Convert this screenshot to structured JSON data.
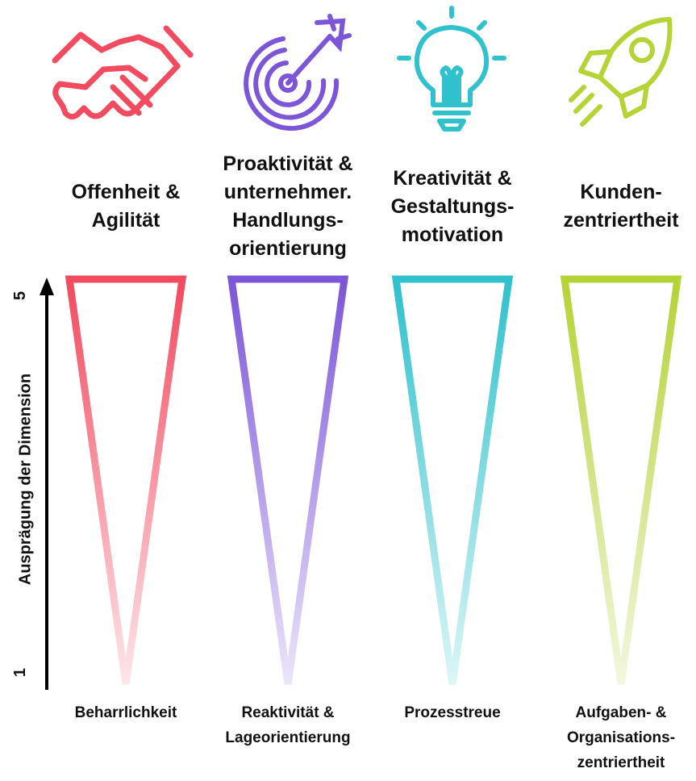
{
  "axis": {
    "label": "Ausprägung der Dimension",
    "tick_high": "5",
    "tick_low": "1"
  },
  "dimensions": [
    {
      "title": "Offenheit &\nAgilität",
      "opposite": "Beharrlichkeit",
      "icon": "handshake-icon",
      "color": "#f24a5f",
      "light": "#fde6ea"
    },
    {
      "title": "Proaktivität &\nunternehmer.\nHandlungs-\norientierung",
      "opposite": "Reaktivität &\nLageorientierung",
      "icon": "target-arrow-icon",
      "color": "#7c55d8",
      "light": "#ece5fb"
    },
    {
      "title": "Kreativität &\nGestaltungs-\nmotivation",
      "opposite": "Prozesstreue",
      "icon": "lightbulb-icon",
      "color": "#2fc1cc",
      "light": "#dcf6f7"
    },
    {
      "title": "Kunden-\nzentriertheit",
      "opposite": "Aufgaben- &\nOrganisations-\nzentriertheit",
      "icon": "rocket-icon",
      "color": "#b4d335",
      "light": "#f2f7df"
    }
  ]
}
